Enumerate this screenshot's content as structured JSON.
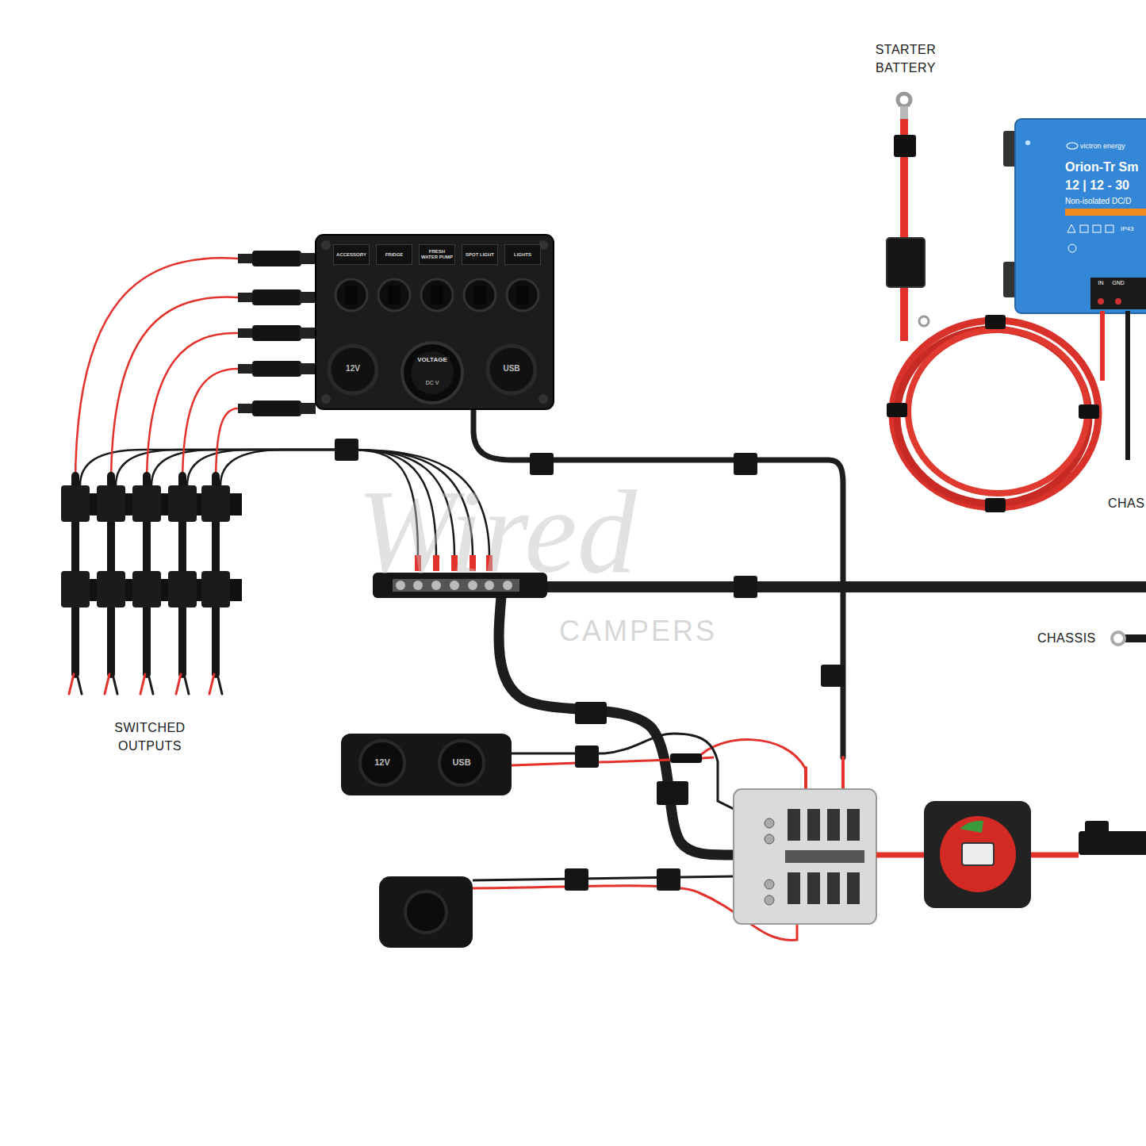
{
  "diagram": {
    "nodes": [
      {
        "text": [
          "ACCESSORY",
          "FRIDGE",
          "FRESH WATER PUMP",
          "SPOT LIGHT",
          "LIGHTS",
          "12V",
          "VOLTAGE",
          "DC V",
          "USB"
        ]
      },
      {
        "text": [
          "victron energy",
          "Orion-Tr Sm",
          "12 | 12 - 30",
          "Non-isolated DC/D",
          "IP43"
        ]
      }
    ],
    "labels": [
      "STARTER BATTERY",
      "CHAS",
      "CHASSIS",
      "SWITCHED OUTPUTS",
      "Wired",
      "CAMPERS",
      "IN",
      "GND",
      "12V",
      "USB"
    ]
  }
}
